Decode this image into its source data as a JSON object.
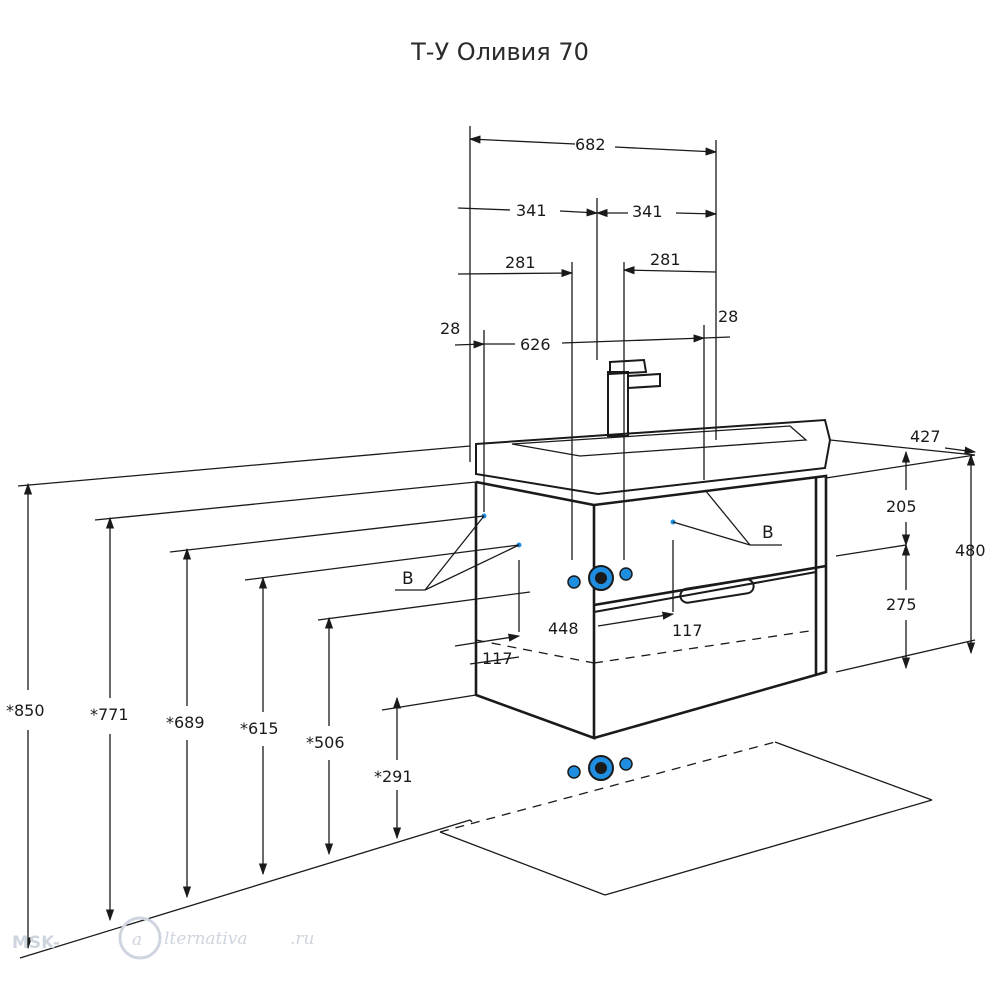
{
  "title": "Т-У Оливия 70",
  "dimensions": {
    "width_total": "682",
    "half_left": "341",
    "half_right": "341",
    "offset_left": "281",
    "offset_right": "281",
    "margin_left": "28",
    "margin_right": "28",
    "inner_width": "626",
    "depth": "427",
    "height_total": "480",
    "height_top": "205",
    "height_bottom": "275",
    "inner_depth": "448",
    "side_offset_left": "117",
    "side_offset_right": "117",
    "h_850": "*850",
    "h_771": "*771",
    "h_689": "*689",
    "h_615": "*615",
    "h_506": "*506",
    "h_291": "*291"
  },
  "labels": {
    "b_left": "B",
    "b_right": "B"
  },
  "colors": {
    "line": "#1a1a1a",
    "pipe_accent": "#1f8ee0",
    "watermark": "#cfd5df"
  },
  "watermark": {
    "part1": "MSK-",
    "part2": "lternativa",
    "part3": ".ru"
  }
}
